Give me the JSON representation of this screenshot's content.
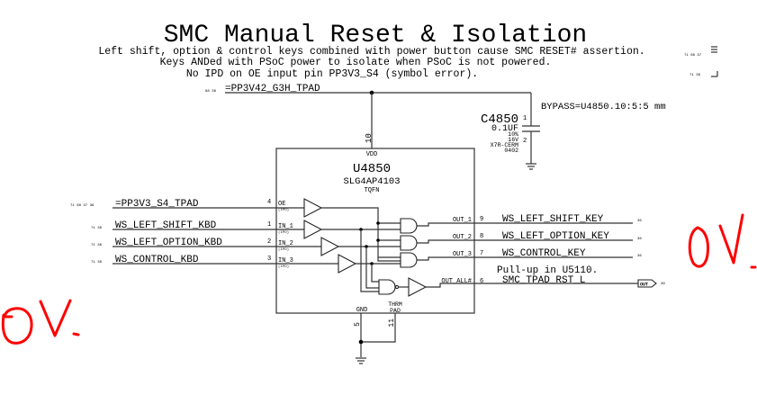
{
  "title": "SMC Manual Reset & Isolation",
  "notes": [
    "Left shift, option & control keys combined with power button cause SMC RESET# assertion.",
    "Keys ANDed with PSoC power to isolate when PSoC is not powered.",
    "No IPD on OE input pin PP3V3_S4 (symbol error)."
  ],
  "page_refs": {
    "note_line1": "71 68 37",
    "note_line3": "71 36"
  },
  "power_rail": {
    "net": "=PP3V42_G3H_TPAD",
    "refs": "68 36"
  },
  "capacitor": {
    "refdes": "C4850",
    "value": "0.1UF",
    "tolerance": "10%",
    "voltage": "16V",
    "dielectric": "X7R-CERM",
    "package": "0402",
    "pin1": "1",
    "pin2": "2",
    "bypass_note": "BYPASS=U4850.10:5:5 mm"
  },
  "ic": {
    "refdes": "U4850",
    "part": "SLG4AP4103",
    "package": "TQFN",
    "vdd_label": "VDD",
    "vdd_pin": "10",
    "gnd_label": "GND",
    "gnd_pin": "5",
    "thrm_label1": "THRM",
    "thrm_label2": "PAD",
    "thrm_pin": "11",
    "ipd": "(IPD)",
    "inputs": [
      {
        "pin": "4",
        "label": "OE",
        "net": "=PP3V3_S4_TPAD",
        "refs": "71 68 37 36"
      },
      {
        "pin": "1",
        "label": "IN_1",
        "net": "WS_LEFT_SHIFT_KBD",
        "refs": "71 36"
      },
      {
        "pin": "2",
        "label": "IN_2",
        "net": "WS_LEFT_OPTION_KBD",
        "refs": "71 36"
      },
      {
        "pin": "3",
        "label": "IN_3",
        "net": "WS_CONTROL_KBD",
        "refs": "71 36"
      }
    ],
    "outputs": [
      {
        "pin": "9",
        "label": "OUT_1",
        "net": "WS_LEFT_SHIFT_KEY",
        "refs": "36"
      },
      {
        "pin": "8",
        "label": "OUT_2",
        "net": "WS_LEFT_OPTION_KEY",
        "refs": "36"
      },
      {
        "pin": "7",
        "label": "OUT_3",
        "net": "WS_CONTROL_KEY",
        "refs": "36"
      },
      {
        "pin": "6",
        "label": "OUT_ALL#",
        "net": "SMC_TPAD_RST_L",
        "refs": "39",
        "port": "OUT",
        "note": "Pull-up in U5110."
      }
    ]
  },
  "annotations": [
    {
      "text": "0V.",
      "color": "#ff0000",
      "location": "right"
    },
    {
      "text": "0V.",
      "color": "#ff0000",
      "location": "left"
    }
  ]
}
